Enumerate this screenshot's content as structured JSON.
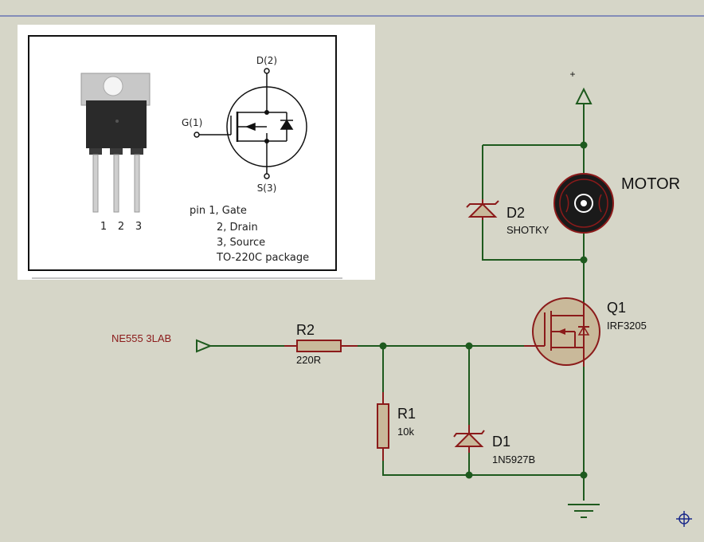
{
  "inset": {
    "pin_numbers": [
      "1",
      "2",
      "3"
    ],
    "drain_label": "D(2)",
    "gate_label": "G(1)",
    "source_label": "S(3)",
    "pin_list": [
      "pin 1, Gate",
      "2, Drain",
      "3, Source",
      "TO-220C package"
    ]
  },
  "schematic": {
    "supply_label": "+",
    "input_label": "NE555 3LAB",
    "motor_label": "MOTOR",
    "components": {
      "d2": {
        "ref": "D2",
        "value": "SHOTKY"
      },
      "q1": {
        "ref": "Q1",
        "value": "IRF3205"
      },
      "r2": {
        "ref": "R2",
        "value": "220R"
      },
      "r1": {
        "ref": "R1",
        "value": "10k"
      },
      "d1": {
        "ref": "D1",
        "value": "1N5927B"
      }
    }
  },
  "colors": {
    "wire": "#1e5a1e",
    "component": "#8b1a1a",
    "body": "#c9b99a",
    "background": "#d6d6c8",
    "input_label": "#8b1a1a"
  }
}
